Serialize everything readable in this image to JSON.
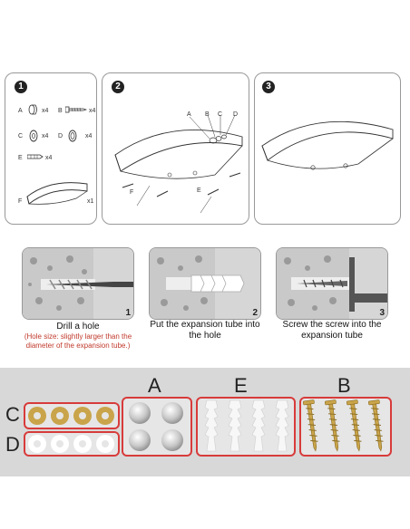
{
  "steps_top": {
    "panel1": {
      "number": "1",
      "parts": [
        {
          "letter": "A",
          "qty": "x4"
        },
        {
          "letter": "B",
          "qty": "x4"
        },
        {
          "letter": "C",
          "qty": "x4"
        },
        {
          "letter": "D",
          "qty": "x4"
        },
        {
          "letter": "E",
          "qty": "x4"
        },
        {
          "letter": "F",
          "qty": "x1"
        }
      ]
    },
    "panel2": {
      "number": "2",
      "labels": [
        "A",
        "B",
        "C",
        "D",
        "E",
        "F"
      ]
    },
    "panel3": {
      "number": "3"
    }
  },
  "install_steps": [
    {
      "num": "1",
      "caption": "Drill a hole",
      "note": "(Hole size: slightly larger than the diameter of the expansion tube.)"
    },
    {
      "num": "2",
      "caption": "Put the expansion tube into the hole"
    },
    {
      "num": "3",
      "caption": "Screw the screw into the expansion tube"
    }
  ],
  "hardware": {
    "C": "C",
    "D": "D",
    "A": "A",
    "E": "E",
    "B": "B"
  },
  "colors": {
    "red": "#d83b3b",
    "note_red": "#c0392b",
    "brass": "#c9a44a",
    "tray": "#d8d8d8"
  }
}
